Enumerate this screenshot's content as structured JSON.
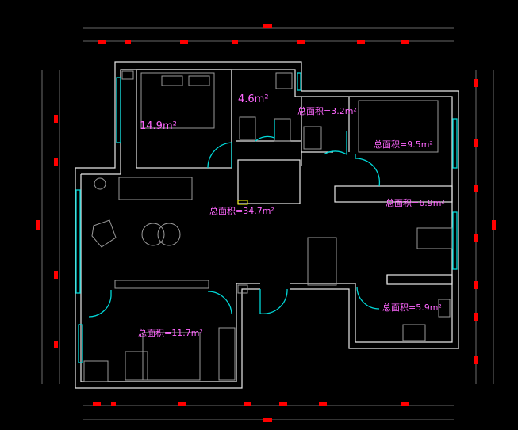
{
  "drawing": {
    "background": "#000000",
    "wall_color": "#e8e8e8",
    "door_color": "#00d8d8",
    "label_color": "#ff66ff",
    "marker_color": "#ff0000"
  },
  "rooms": [
    {
      "id": "master-bedroom",
      "label": "14.9m²"
    },
    {
      "id": "bathroom-1",
      "label": "4.6m²"
    },
    {
      "id": "bathroom-2",
      "label": "总面积=3.2m²"
    },
    {
      "id": "bedroom-2",
      "label": "总面积=9.5m²"
    },
    {
      "id": "living-room",
      "label": "总面积=34.7m²"
    },
    {
      "id": "dining-area",
      "label": "总面积=6.9m²"
    },
    {
      "id": "bedroom-3",
      "label": "总面积=11.7m²"
    },
    {
      "id": "kitchen",
      "label": "总面积=5.9m²"
    }
  ]
}
